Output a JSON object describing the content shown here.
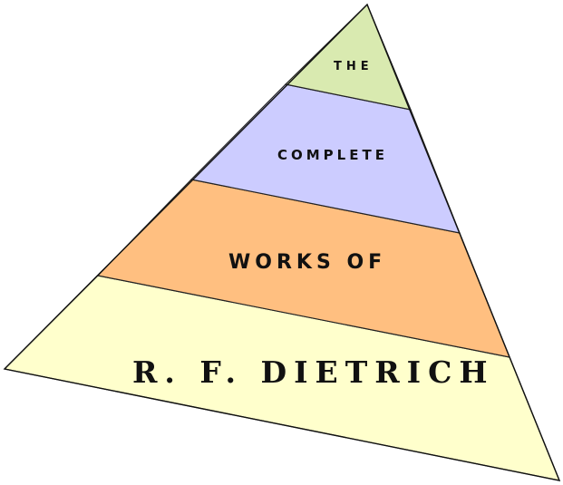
{
  "pyramid": {
    "levels": [
      {
        "label": "THE",
        "color": "#d9eab0"
      },
      {
        "label": "COMPLETE",
        "color": "#ccccff"
      },
      {
        "label": "WORKS OF",
        "color": "#ffbf80"
      },
      {
        "label": "R. F. DIETRICH",
        "color": "#ffffcc"
      }
    ]
  }
}
